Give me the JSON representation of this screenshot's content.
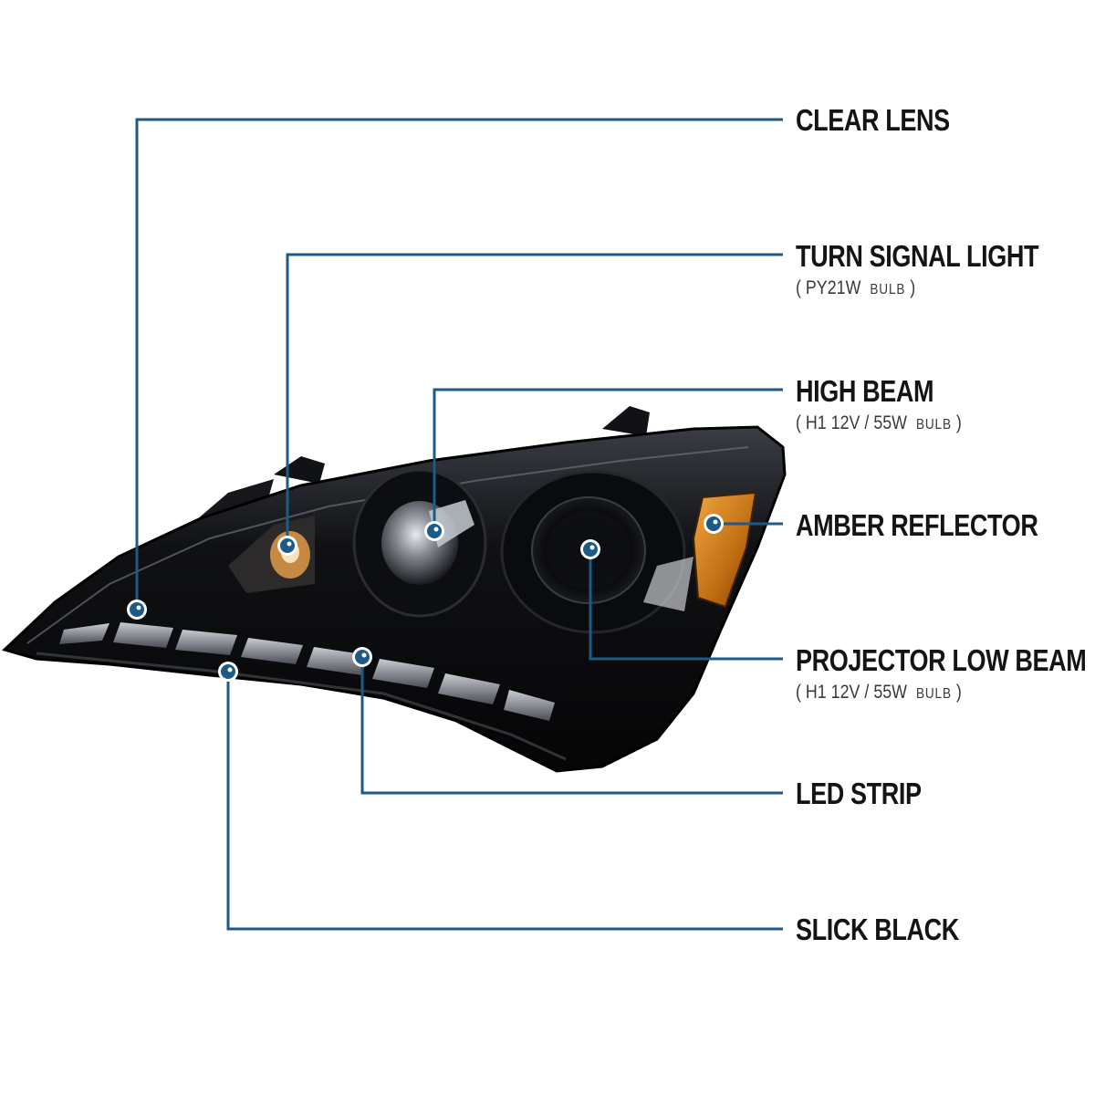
{
  "colors": {
    "callout_line": "#1d5a86",
    "marker": "#1d5a86",
    "amber": "#d98a1e",
    "housing": "#0a0a0c"
  },
  "callouts": [
    {
      "id": "clear-lens",
      "title": "CLEAR LENS"
    },
    {
      "id": "turn-signal-light",
      "title": "TURN SIGNAL LIGHT",
      "spec_open": "( PY21W",
      "spec_bulb": "BULB",
      "spec_close": ")"
    },
    {
      "id": "high-beam",
      "title": "HIGH BEAM",
      "spec_open": "( H1  12V / 55W",
      "spec_bulb": "BULB",
      "spec_close": ")"
    },
    {
      "id": "amber-reflector",
      "title": "AMBER REFLECTOR"
    },
    {
      "id": "projector-low-beam",
      "title": "PROJECTOR LOW BEAM",
      "spec_open": "( H1  12V / 55W",
      "spec_bulb": "BULB",
      "spec_close": ")"
    },
    {
      "id": "led-strip",
      "title": "LED STRIP"
    },
    {
      "id": "slick-black",
      "title": "SLICK BLACK"
    }
  ]
}
